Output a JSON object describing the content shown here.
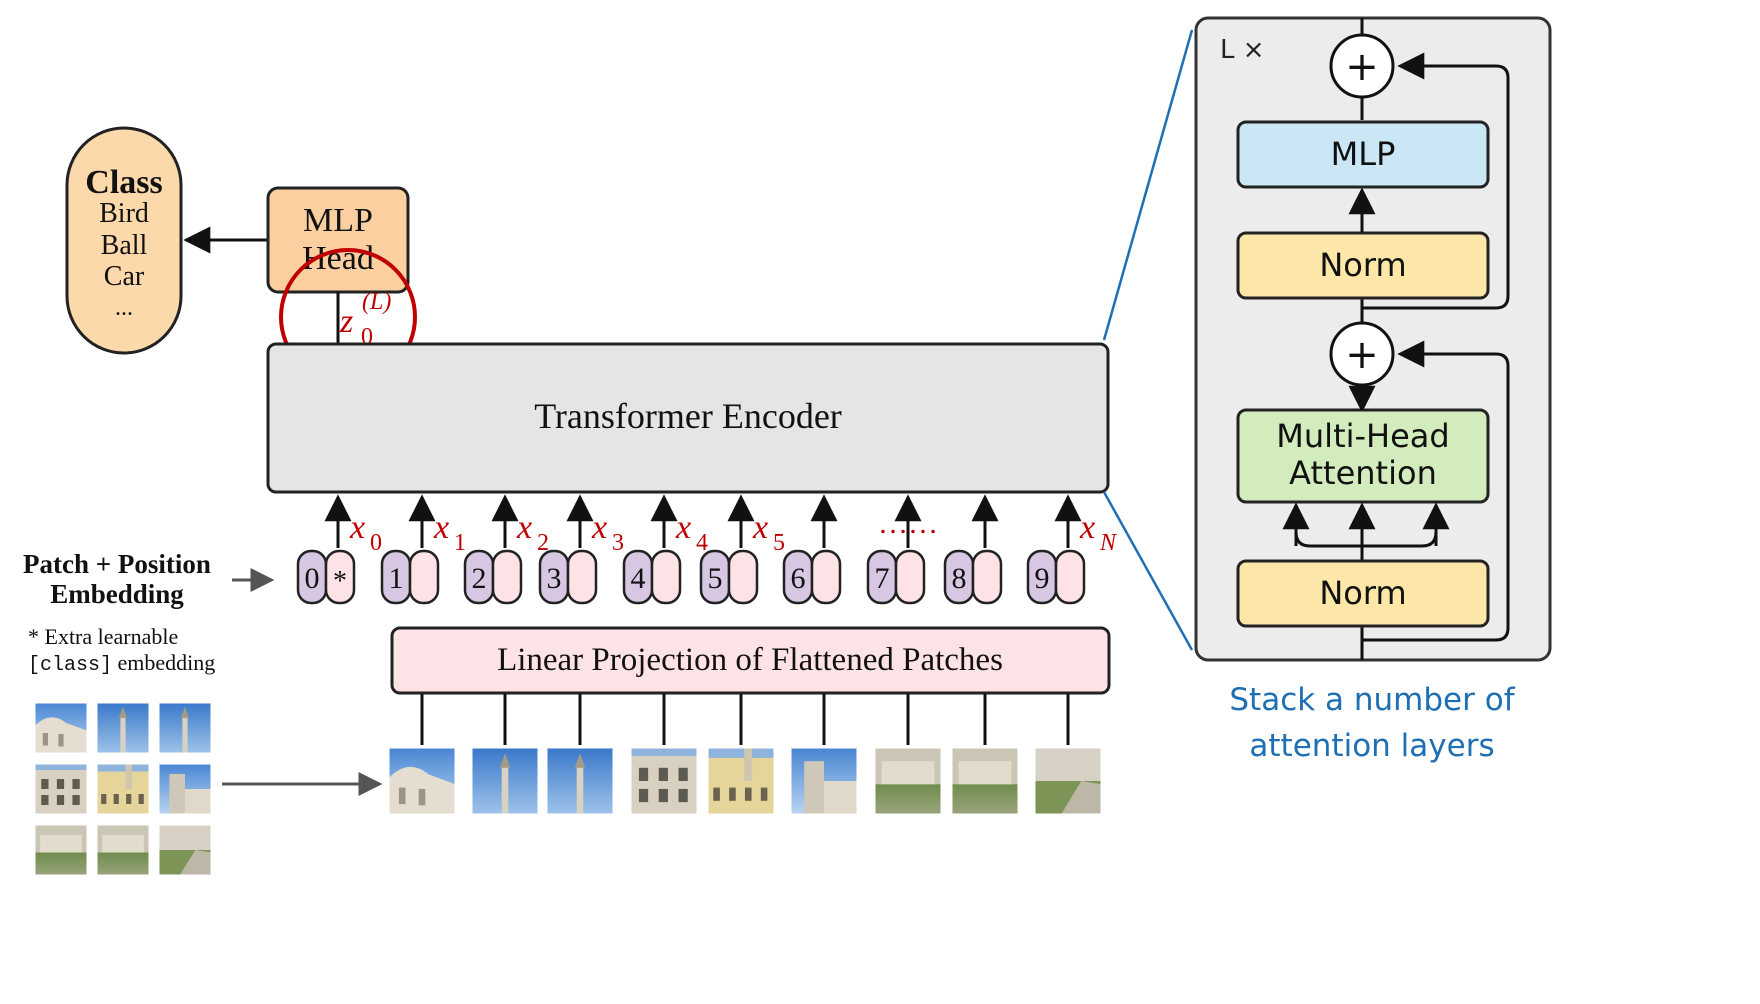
{
  "class_box": {
    "title": "Class",
    "items": [
      "Bird",
      "Ball",
      "Car",
      "..."
    ]
  },
  "mlp_head": {
    "line1": "MLP",
    "line2": "Head"
  },
  "z_label": {
    "base": "z",
    "sub": "0",
    "sup": "(L)"
  },
  "transformer_encoder": "Transformer Encoder",
  "linear_projection": "Linear Projection of Flattened Patches",
  "embedding_label": {
    "line1": "Patch + Position",
    "line2": "Embedding"
  },
  "extra_note": {
    "line1": "* Extra learnable",
    "code": "[class]",
    "line2_rest": " embedding"
  },
  "tokens": [
    "0",
    "1",
    "2",
    "3",
    "4",
    "5",
    "6",
    "7",
    "8",
    "9"
  ],
  "class_token_mark": "*",
  "x_labels": [
    {
      "base": "x",
      "sub": "0"
    },
    {
      "base": "x",
      "sub": "1"
    },
    {
      "base": "x",
      "sub": "2"
    },
    {
      "base": "x",
      "sub": "3"
    },
    {
      "base": "x",
      "sub": "4"
    },
    {
      "base": "x",
      "sub": "5"
    },
    {
      "base": "x",
      "sub": "N"
    }
  ],
  "ellipsis": "……",
  "encoder_block": {
    "repeat_label": "L ×",
    "mlp": "MLP",
    "norm_top": "Norm",
    "mha_line1": "Multi-Head",
    "mha_line2": "Attention",
    "norm_bottom": "Norm",
    "plus": "+"
  },
  "caption": {
    "line1": "Stack a number of",
    "line2": "attention layers"
  },
  "colors": {
    "class_fill": "#fcd9ab",
    "mlp_head_fill": "#fbcfa0",
    "encoder_fill": "#e5e5e5",
    "linear_fill": "#fde2e6",
    "token_purple": "#d7c7e2",
    "token_pink": "#fde2e6",
    "mlp_block_fill": "#cbe7f6",
    "norm_fill": "#fde7a8",
    "mha_fill": "#d3ecbd",
    "block_bg": "#ececec",
    "accent_red": "#c00000",
    "caption_blue": "#1f6fb4"
  }
}
